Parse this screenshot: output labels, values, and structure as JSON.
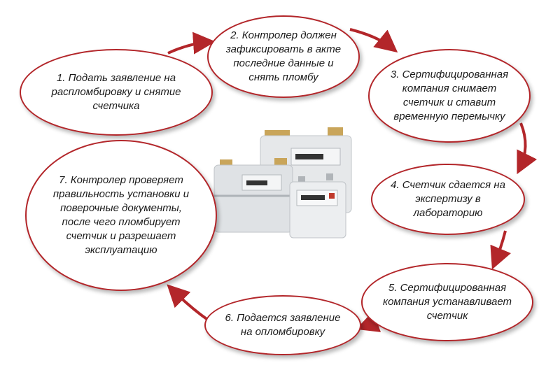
{
  "steps": [
    {
      "num": "1.",
      "text": "Подать заявление на распломбировку и снятие счетчика"
    },
    {
      "num": "2.",
      "text": "Контролер должен зафиксировать в акте последние данные и снять пломбу"
    },
    {
      "num": "3.",
      "text": "Сертифицированная компания снимает счетчик и ставит временную перемычку"
    },
    {
      "num": "4.",
      "text": "Счетчик сдается на экспертизу в лабораторию"
    },
    {
      "num": "5.",
      "text": "Сертифицированная компания устанавливает счетчик"
    },
    {
      "num": "6.",
      "text": "Подается заявление на опломбировку"
    },
    {
      "num": "7.",
      "text": "Контролер проверяет правильность установки и поверочные документы, после чего пломбирует счетчик и разрешает эксплуатацию"
    }
  ],
  "colors": {
    "accent": "#b3262a",
    "meter_body": "#e6e8ea",
    "meter_cap": "#c9a55a"
  },
  "image": {
    "subject": "gas-meters-photo"
  }
}
